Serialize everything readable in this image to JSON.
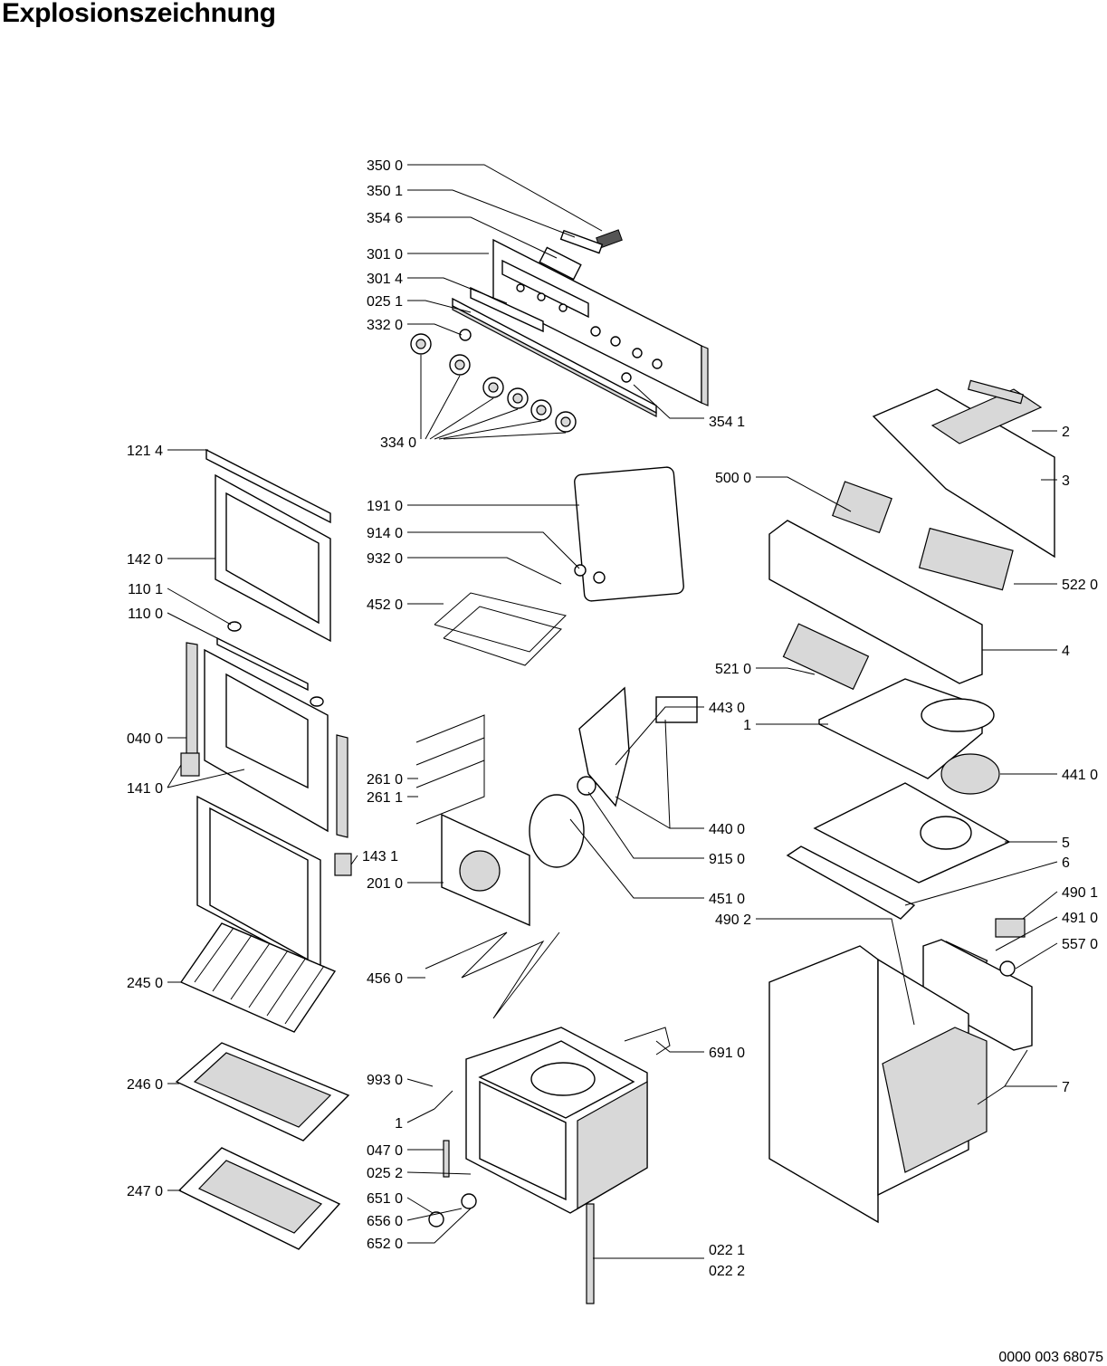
{
  "title": "Explosionszeichnung",
  "document_number": "0000 003 68075",
  "labels": {
    "p3500": "350 0",
    "p3501": "350 1",
    "p3546": "354 6",
    "p3010": "301 0",
    "p3014": "301 4",
    "p0251": "025 1",
    "p3320": "332 0",
    "p3340": "334 0",
    "p3541": "354 1",
    "p1214": "121 4",
    "p1420": "142 0",
    "p1101": "110 1",
    "p1100": "110 0",
    "p0400": "040 0",
    "p1410": "141 0",
    "p1431": "143 1",
    "p2010": "201 0",
    "p2450": "245 0",
    "p2460": "246 0",
    "p2470": "247 0",
    "p1910": "191 0",
    "p9140": "914 0",
    "p9320": "932 0",
    "p4520": "452 0",
    "p2610": "261 0",
    "p2611": "261 1",
    "p4560": "456 0",
    "p9930": "993 0",
    "p1a": "1",
    "p0470": "047 0",
    "p0252": "025 2",
    "p6510": "651 0",
    "p6560": "656 0",
    "p6520": "652 0",
    "p0221": "022 1",
    "p0222": "022 2",
    "p6910": "691 0",
    "p4510": "451 0",
    "p9150": "915 0",
    "p4400": "440 0",
    "p4430": "443 0",
    "p5000": "500 0",
    "p5220": "522 0",
    "p5210": "521 0",
    "p2": "2",
    "p3": "3",
    "p4": "4",
    "p1b": "1",
    "p4410": "441 0",
    "p5": "5",
    "p6": "6",
    "p4901": "490 1",
    "p4910": "491 0",
    "p5570": "557 0",
    "p4902": "490 2",
    "p7": "7"
  }
}
